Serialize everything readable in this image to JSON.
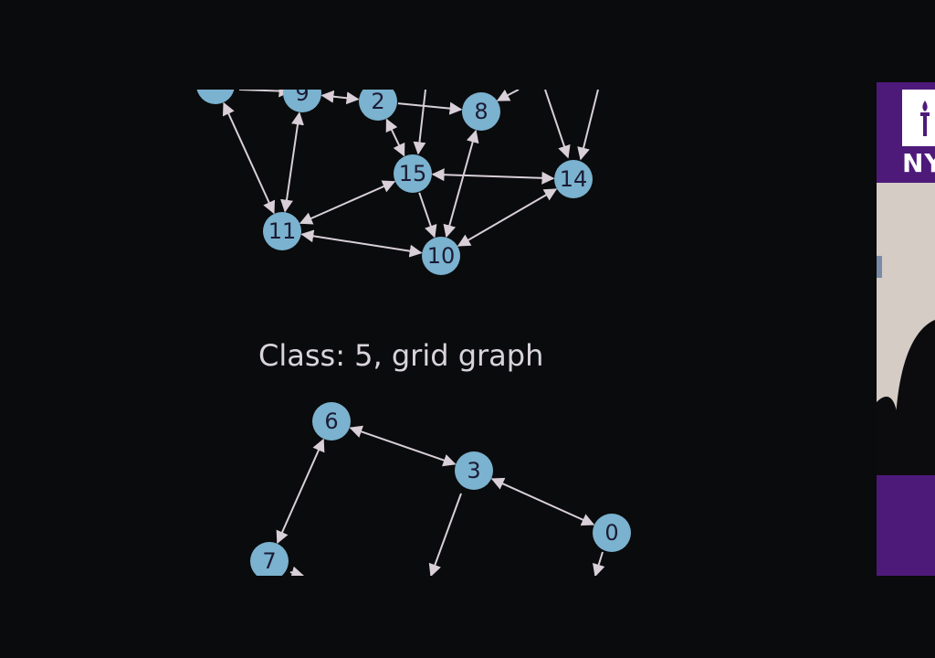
{
  "caption": "Class: 5, grid graph",
  "colors": {
    "background": "#0a0b0c",
    "node_fill": "#7ab2cf",
    "edge": "#d8cfd8",
    "label": "#1c1b33",
    "brand_purple": "#4e1a7a"
  },
  "graph_top": {
    "nodes": [
      {
        "id": "2",
        "label": "2"
      },
      {
        "id": "8",
        "label": "8"
      },
      {
        "id": "9",
        "label": "9"
      },
      {
        "id": "10",
        "label": "10"
      },
      {
        "id": "11",
        "label": "11"
      },
      {
        "id": "14",
        "label": "14"
      },
      {
        "id": "15",
        "label": "15"
      },
      {
        "id": "left-partial",
        "label": ""
      }
    ],
    "edges": [
      [
        "9",
        "2",
        "both"
      ],
      [
        "2",
        "8",
        "to"
      ],
      [
        "2",
        "15",
        "both"
      ],
      [
        "9",
        "11",
        "both"
      ],
      [
        "left-partial",
        "11",
        "both"
      ],
      [
        "15",
        "14",
        "both"
      ],
      [
        "15",
        "11",
        "both"
      ],
      [
        "15",
        "10",
        "to"
      ],
      [
        "8",
        "10",
        "both"
      ],
      [
        "14",
        "10",
        "both"
      ],
      [
        "11",
        "10",
        "both"
      ]
    ]
  },
  "graph_bottom": {
    "nodes": [
      {
        "id": "6",
        "label": "6"
      },
      {
        "id": "3",
        "label": "3"
      },
      {
        "id": "0",
        "label": "0"
      },
      {
        "id": "7",
        "label": "7"
      }
    ],
    "edges": [
      [
        "6",
        "3",
        "both"
      ],
      [
        "3",
        "0",
        "both"
      ],
      [
        "6",
        "7",
        "both"
      ]
    ]
  },
  "logo_text": "NY"
}
